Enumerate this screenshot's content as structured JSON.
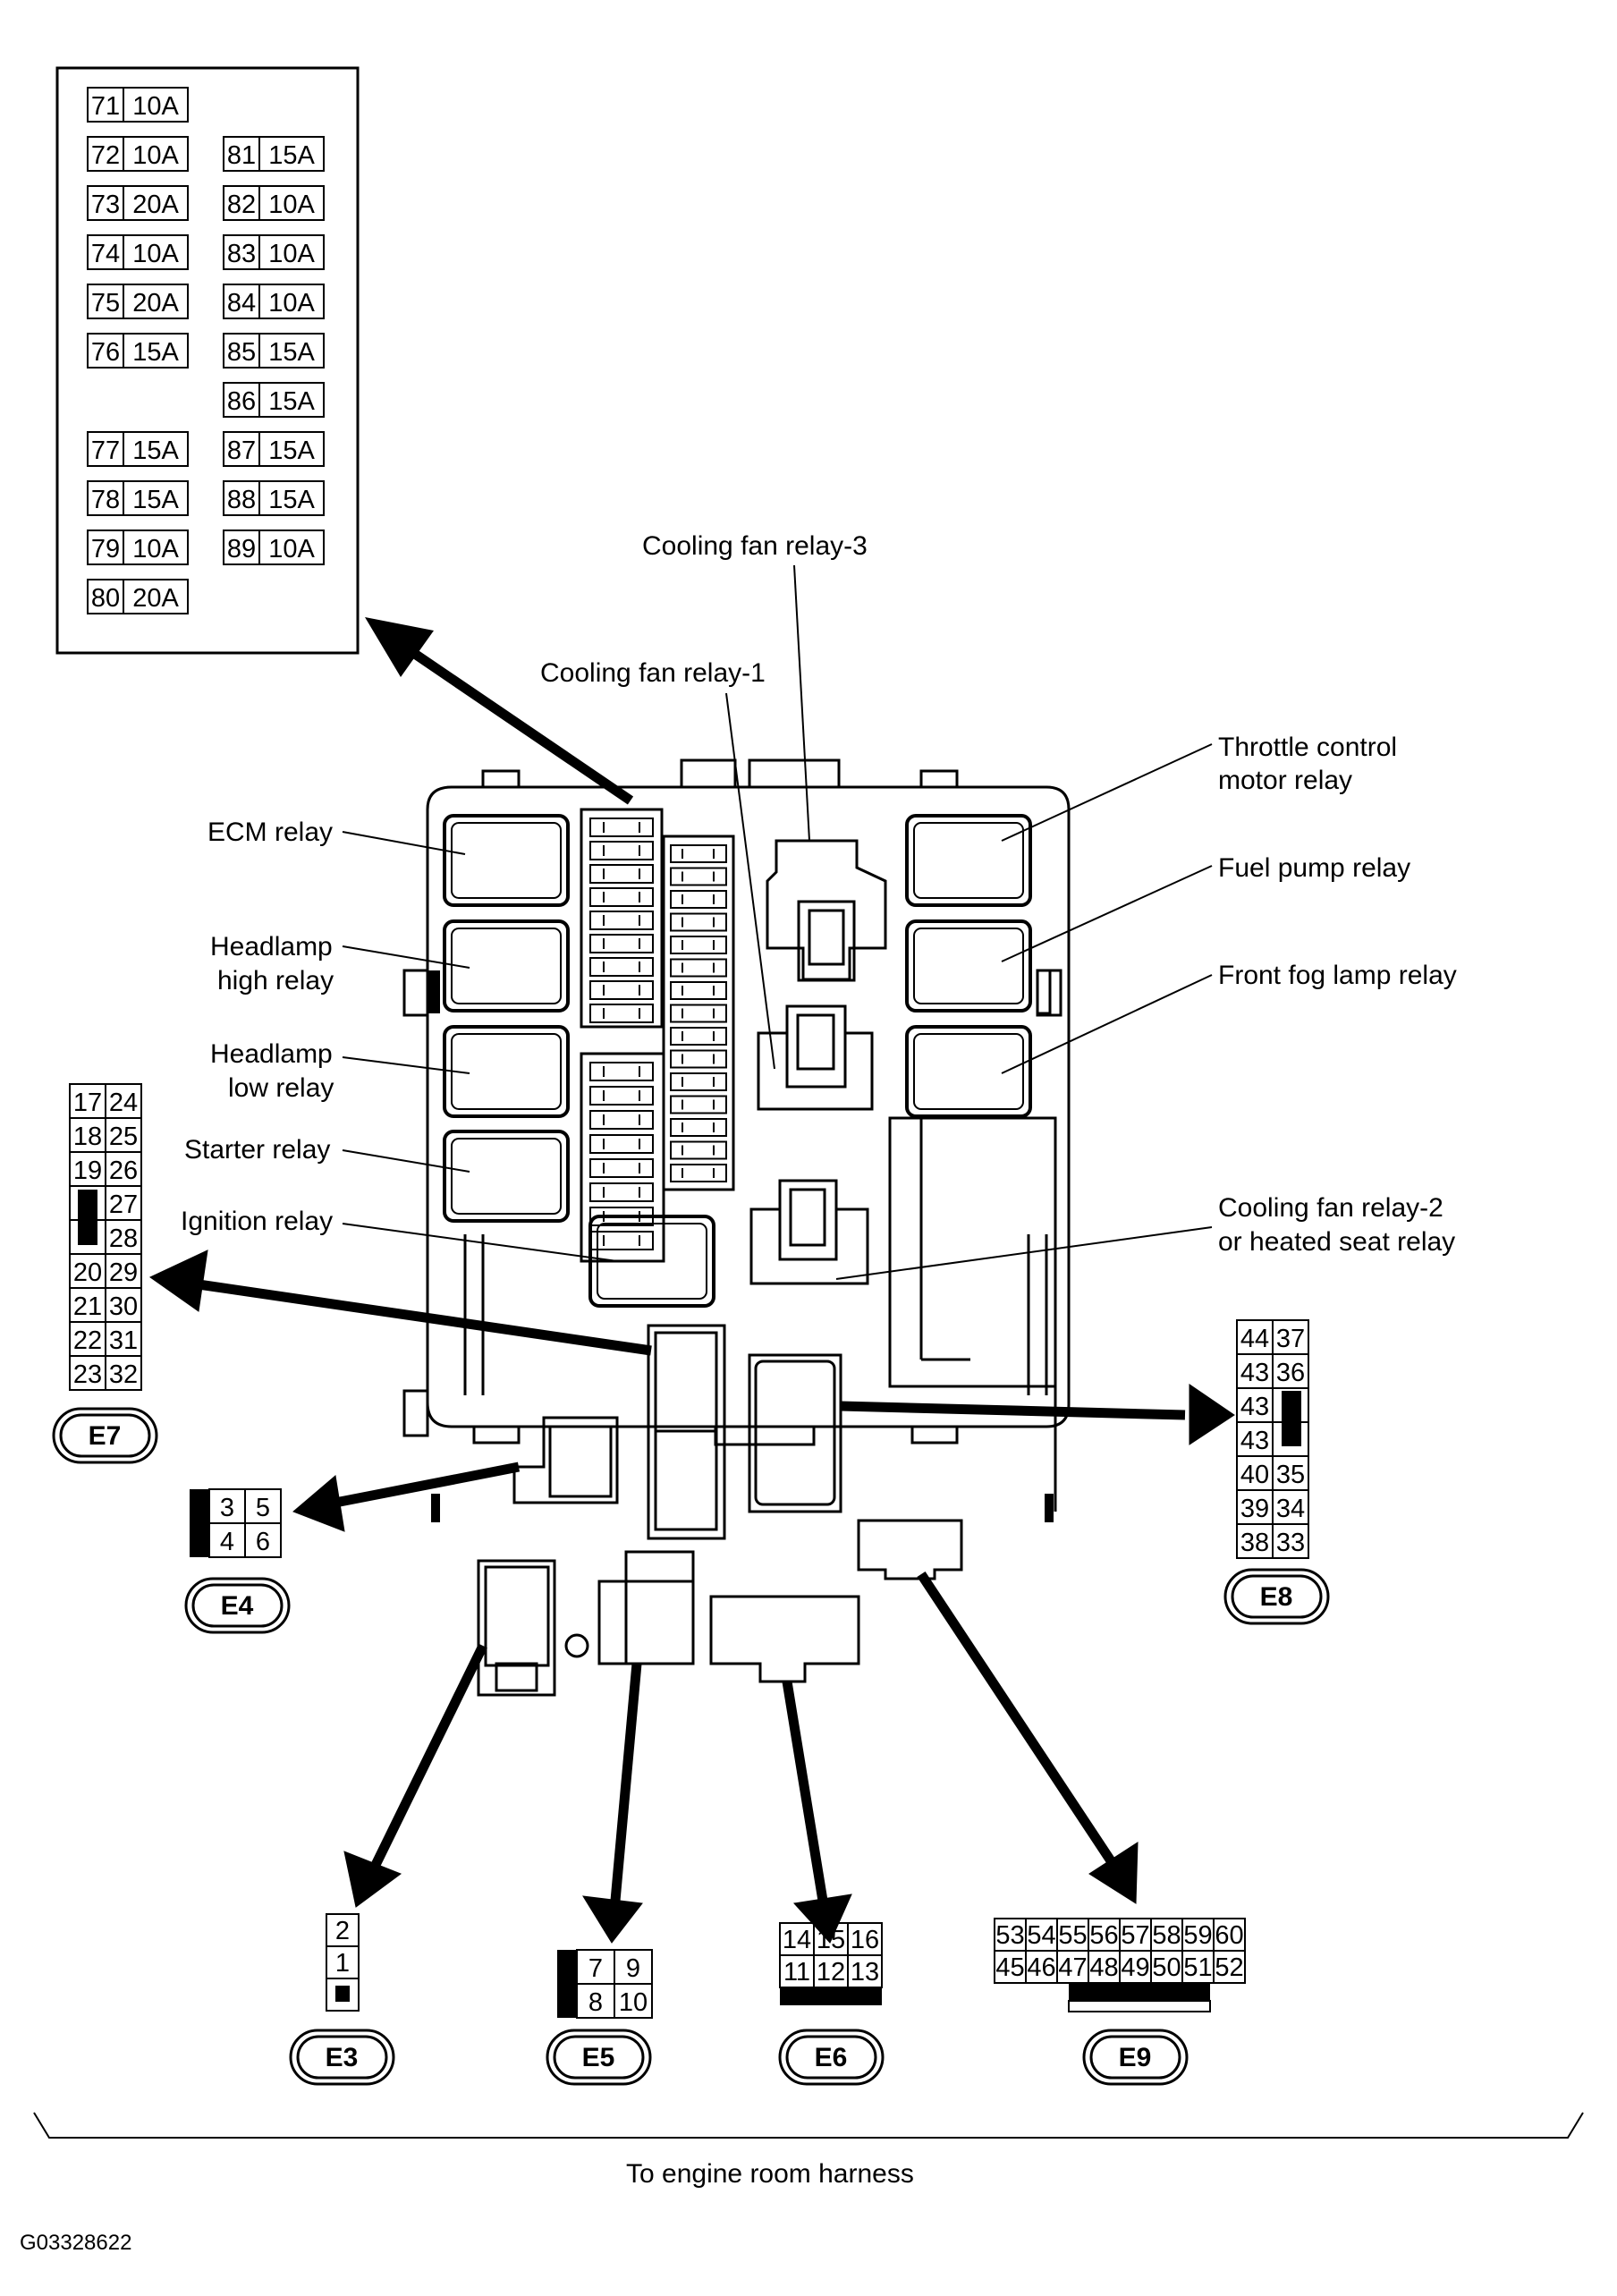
{
  "fuse_table": {
    "left": [
      {
        "num": "71",
        "amp": "10A"
      },
      {
        "num": "72",
        "amp": "10A"
      },
      {
        "num": "73",
        "amp": "20A"
      },
      {
        "num": "74",
        "amp": "10A"
      },
      {
        "num": "75",
        "amp": "20A"
      },
      {
        "num": "76",
        "amp": "15A"
      },
      {
        "num": "77",
        "amp": "15A"
      },
      {
        "num": "78",
        "amp": "15A"
      },
      {
        "num": "79",
        "amp": "10A"
      },
      {
        "num": "80",
        "amp": "20A"
      }
    ],
    "right": [
      {
        "num": "81",
        "amp": "15A"
      },
      {
        "num": "82",
        "amp": "10A"
      },
      {
        "num": "83",
        "amp": "10A"
      },
      {
        "num": "84",
        "amp": "10A"
      },
      {
        "num": "85",
        "amp": "15A"
      },
      {
        "num": "86",
        "amp": "15A"
      },
      {
        "num": "87",
        "amp": "15A"
      },
      {
        "num": "88",
        "amp": "15A"
      },
      {
        "num": "89",
        "amp": "10A"
      }
    ]
  },
  "relays": {
    "cooling_fan_3": "Cooling fan relay-3",
    "cooling_fan_1": "Cooling fan relay-1",
    "throttle_line1": "Throttle control",
    "throttle_line2": "motor relay",
    "ecm": "ECM relay",
    "fuel_pump": "Fuel pump relay",
    "headlamp_high_line1": "Headlamp",
    "headlamp_high_line2": "high relay",
    "front_fog": "Front fog lamp relay",
    "headlamp_low_line1": "Headlamp",
    "headlamp_low_line2": "low relay",
    "starter": "Starter relay",
    "ignition": "Ignition relay",
    "cooling_fan_2_line1": "Cooling fan relay-2",
    "cooling_fan_2_line2": "or heated seat relay"
  },
  "connectors": {
    "E7": {
      "label": "E7",
      "rows": [
        [
          "17",
          "24"
        ],
        [
          "18",
          "25"
        ],
        [
          "19",
          "26"
        ],
        [
          "",
          "27"
        ],
        [
          "",
          "28"
        ],
        [
          "20",
          "29"
        ],
        [
          "21",
          "30"
        ],
        [
          "22",
          "31"
        ],
        [
          "23",
          "32"
        ]
      ]
    },
    "E8": {
      "label": "E8",
      "rows": [
        [
          "44",
          "37"
        ],
        [
          "43",
          "36"
        ],
        [
          "43",
          ""
        ],
        [
          "43",
          ""
        ],
        [
          "40",
          "35"
        ],
        [
          "39",
          "34"
        ],
        [
          "38",
          "33"
        ]
      ]
    },
    "E4": {
      "label": "E4",
      "rows": [
        [
          "3",
          "5"
        ],
        [
          "4",
          "6"
        ]
      ]
    },
    "E3": {
      "label": "E3",
      "cells": [
        "2",
        "1"
      ]
    },
    "E5": {
      "label": "E5",
      "rows": [
        [
          "7",
          "9"
        ],
        [
          "8",
          "10"
        ]
      ]
    },
    "E6": {
      "label": "E6",
      "rows": [
        [
          "14",
          "15",
          "16"
        ],
        [
          "11",
          "12",
          "13"
        ]
      ]
    },
    "E9": {
      "label": "E9",
      "rows": [
        [
          "53",
          "54",
          "55",
          "56",
          "57",
          "58",
          "59",
          "60"
        ],
        [
          "45",
          "46",
          "47",
          "48",
          "49",
          "50",
          "51",
          "52"
        ]
      ]
    }
  },
  "footer": {
    "harness": "To engine room harness",
    "figure_code": "G03328622"
  }
}
